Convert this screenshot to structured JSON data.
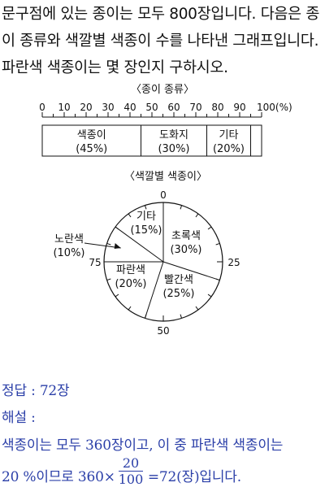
{
  "question": {
    "line1": "문구점에 있는 종이는 모두 800장입니다. 다음은 종",
    "line2": "이 종류와 색깔별 색종이 수를 나타낸 그래프입니다.",
    "line3": "파란색 색종이는 몇 장인지 구하시오."
  },
  "chart_data": [
    {
      "type": "bar",
      "title": "〈종이 종류〉",
      "scale_ticks": [
        "0",
        "10",
        "20",
        "30",
        "40",
        "50",
        "60",
        "70",
        "80",
        "90",
        "100(%)"
      ],
      "segments": [
        {
          "name": "색종이",
          "percent": 45,
          "label": "(45%)"
        },
        {
          "name": "도화지",
          "percent": 30,
          "label": "(30%)"
        },
        {
          "name": "기타",
          "percent": 20,
          "label": "(20%)"
        }
      ]
    },
    {
      "type": "pie",
      "title": "〈색깔별 색종이〉",
      "scale_labels": [
        "0",
        "25",
        "50",
        "75"
      ],
      "slices": [
        {
          "name": "초록색",
          "percent": 30,
          "label": "(30%)"
        },
        {
          "name": "빨간색",
          "percent": 25,
          "label": "(25%)"
        },
        {
          "name": "파란색",
          "percent": 20,
          "label": "(20%)"
        },
        {
          "name": "노란색",
          "percent": 10,
          "label": "(10%)"
        },
        {
          "name": "기타",
          "percent": 15,
          "label": "(15%)"
        }
      ]
    }
  ],
  "answer": {
    "line1": "정답 : 72장",
    "line2": "해설 :",
    "line3": "색종이는 모두 360장이고, 이 중 파란색 색종이는",
    "line4_prefix": "20 %이므로  360×",
    "frac_num": "20",
    "frac_den": "100",
    "line4_suffix": "=72(장)입니다."
  }
}
